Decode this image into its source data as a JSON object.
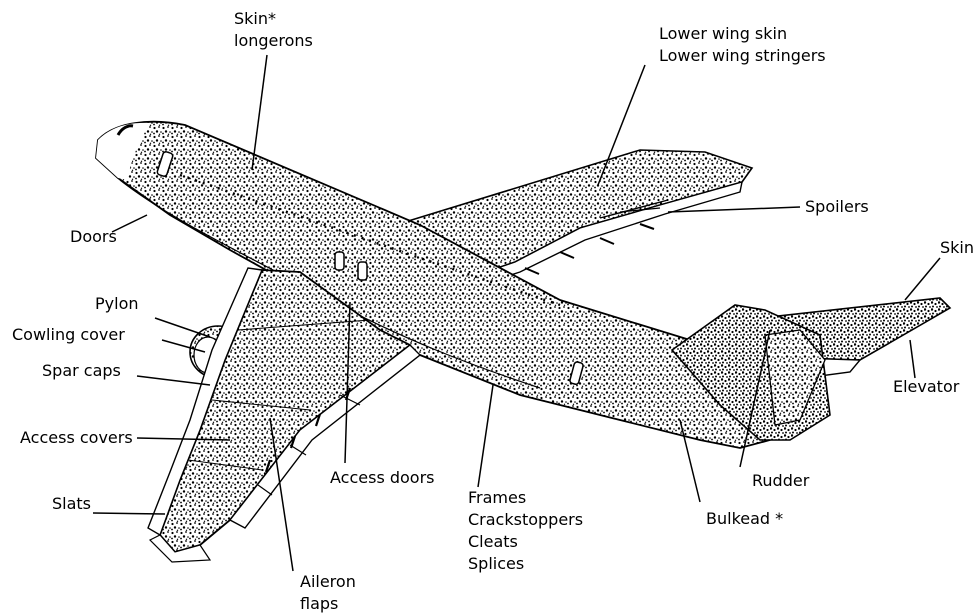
{
  "labels": {
    "skin_top": [
      "Skin*",
      "longerons"
    ],
    "lower_wing": [
      "Lower wing skin",
      "Lower wing stringers"
    ],
    "doors": "Doors",
    "spoilers": "Spoilers",
    "skin_tail": "Skin",
    "pylon": "Pylon",
    "cowling_cover": "Cowling cover",
    "spar_caps": "Spar caps",
    "elevator": "Elevator",
    "access_covers": "Access covers",
    "access_doors": "Access doors",
    "rudder": "Rudder",
    "slats": "Slats",
    "frames_group": [
      "Frames",
      "Crackstoppers",
      "Cleats",
      "Splices"
    ],
    "bulkhead": "Bulkead *",
    "aileron_flaps": [
      "Aileron",
      "flaps"
    ]
  },
  "colors": {
    "ink": "#000000",
    "paper": "#ffffff"
  }
}
